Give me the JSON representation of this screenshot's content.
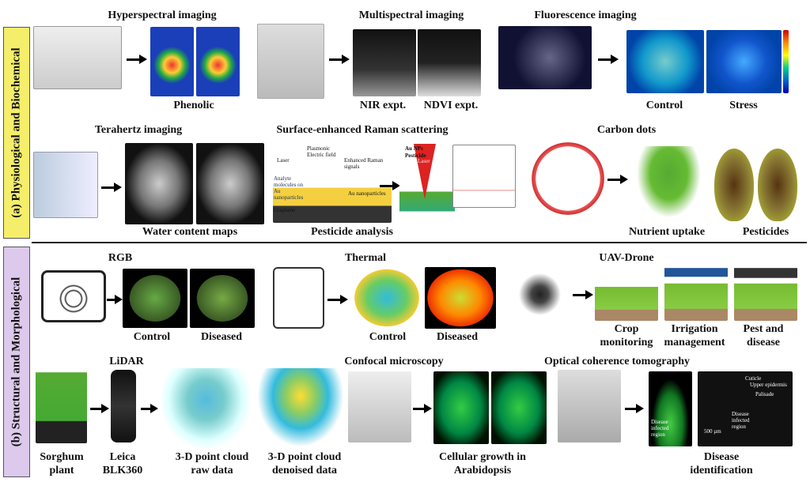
{
  "sections": {
    "a": "(a) Physiological and Biochemical",
    "b": "(b) Structural and Morphological"
  },
  "row1": {
    "titles": [
      "Hyperspectral imaging",
      "Multispectral imaging",
      "Fluorescence imaging"
    ],
    "captions": [
      "Phenolic",
      "NIR expt.",
      "NDVI expt.",
      "Control",
      "Stress"
    ]
  },
  "row2": {
    "titles": [
      "Terahertz imaging",
      "Surface-enhanced Raman scattering",
      "Carbon dots"
    ],
    "captions": [
      "Water content maps",
      "Pesticide analysis",
      "Nutrient uptake",
      "Pesticides"
    ],
    "sers_labels": [
      "Laser",
      "Plasmonic Electric field",
      "Enhanced Raman signals",
      "Analyte molecules on Au nanoparticles",
      "Au nanoparticles",
      "Graphene",
      "Au NPs",
      "Pesticide",
      "Laser"
    ]
  },
  "row3": {
    "titles": [
      "RGB",
      "Thermal",
      "UAV-Drone"
    ],
    "captions": [
      "Control",
      "Diseased",
      "Control",
      "Diseased",
      "Crop monitoring",
      "Irrigation management",
      "Pest and disease"
    ]
  },
  "row4": {
    "titles": [
      "LiDAR",
      "Confocal microscopy",
      "Optical coherence tomography"
    ],
    "captions": [
      "Sorghum plant",
      "Leica BLK360",
      "3-D point cloud raw data",
      "3-D point cloud denoised data",
      "Cellular growth in Arabidopsis",
      "Disease identification"
    ],
    "oct_labels": [
      "Cuticle",
      "Upper epidermis",
      "Palisade",
      "Disease infected region",
      "Disease infected region",
      "500 µm"
    ]
  }
}
